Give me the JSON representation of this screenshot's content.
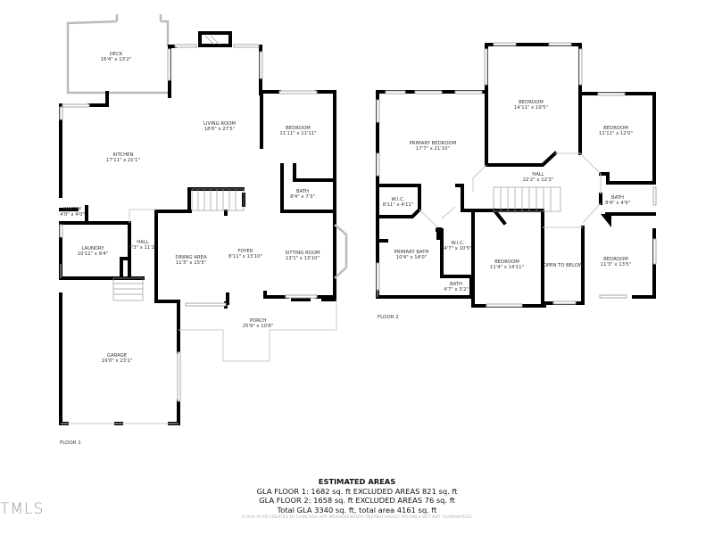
{
  "floor1": {
    "label": "FLOOR 1",
    "rooms": [
      {
        "name": "DECK",
        "dims": "16'4\" x 13'2\""
      },
      {
        "name": "LIVING ROOM",
        "dims": "18'6\" x 27'5\""
      },
      {
        "name": "BEDROOM",
        "dims": "11'11\" x 11'11\""
      },
      {
        "name": "KITCHEN",
        "dims": "17'11\" x 21'1\""
      },
      {
        "name": "BATH",
        "dims": "8'4\" x 7'3\""
      },
      {
        "name": "PANTRY",
        "dims": "4'0\" x 4'0\""
      },
      {
        "name": "HALL",
        "dims": "8'3\" x 11'2\""
      },
      {
        "name": "LAUNDRY",
        "dims": "10'11\" x 9'4\""
      },
      {
        "name": "DINING AREA",
        "dims": "11'3\" x 15'5\""
      },
      {
        "name": "FOYER",
        "dims": "8'11\" x 13'10\""
      },
      {
        "name": "SITTING ROOM",
        "dims": "13'1\" x 13'10\""
      },
      {
        "name": "PORCH",
        "dims": "25'9\" x 10'8\""
      },
      {
        "name": "GARAGE",
        "dims": "19'0\" x 23'1\""
      }
    ]
  },
  "floor2": {
    "label": "FLOOR 2",
    "rooms": [
      {
        "name": "BEDROOM",
        "dims": "14'11\" x 19'5\""
      },
      {
        "name": "BEDROOM",
        "dims": "11'11\" x 12'0\""
      },
      {
        "name": "PRIMARY BEDROOM",
        "dims": "17'7\" x 21'10\""
      },
      {
        "name": "HALL",
        "dims": "22'2\" x 12'3\""
      },
      {
        "name": "W.I.C.",
        "dims": "8'11\" x 4'11\""
      },
      {
        "name": "BATH",
        "dims": "8'4\" x 4'9\""
      },
      {
        "name": "W.I.C.",
        "dims": "4'7\" x 10'5\""
      },
      {
        "name": "PRIMARY BATH",
        "dims": "10'4\" x 14'0\""
      },
      {
        "name": "BEDROOM",
        "dims": "11'4\" x 14'11\""
      },
      {
        "name": "OPEN TO BELOW",
        "dims": ""
      },
      {
        "name": "BEDROOM",
        "dims": "11'3\" x 13'5\""
      },
      {
        "name": "BATH",
        "dims": "4'7\" x 3'2\""
      }
    ]
  },
  "areas": {
    "title": "ESTIMATED AREAS",
    "lines": [
      "GLA FLOOR 1: 1682 sq. ft EXCLUDED AREAS 821 sq. ft",
      "GLA FLOOR 2: 1658 sq. ft EXCLUDED AREAS 76 sq. ft",
      "Total GLA 3340 sq. ft, total area 4161 sq. ft"
    ]
  },
  "disclaimer": "FLOOR PLAN CREATED BY CUBICASA APP. MEASUREMENTS DEEMED HIGHLY RELIABLE BUT NOT GUARANTEED.",
  "logo": "TMLS"
}
